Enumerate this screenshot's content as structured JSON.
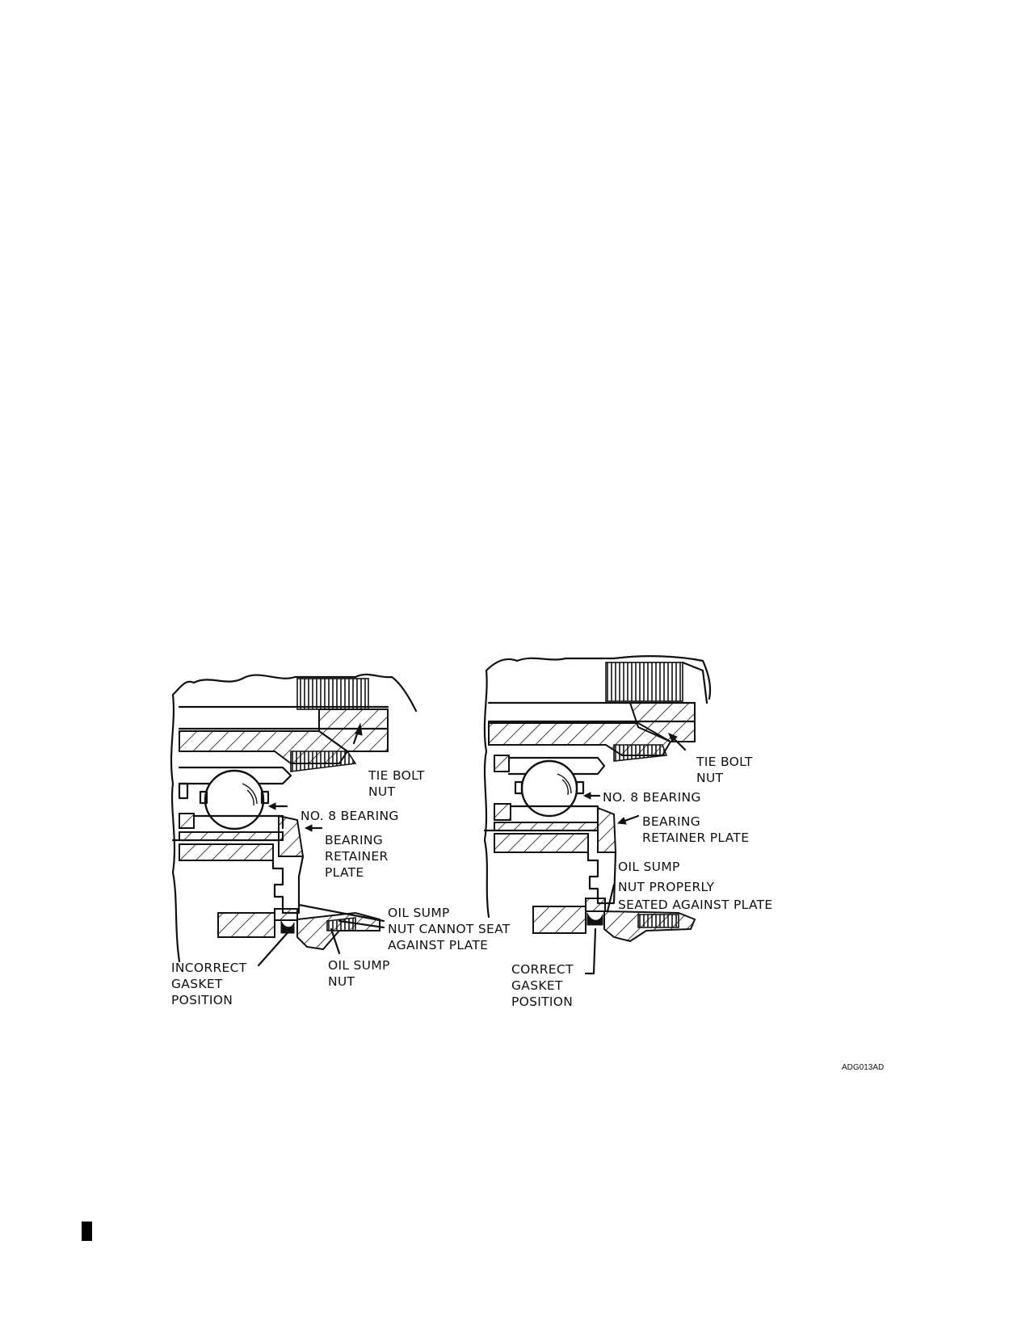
{
  "figure": {
    "code": "ADG013AD",
    "left_diagram": {
      "labels": {
        "tie_bolt_nut": [
          "TIE BOLT",
          "NUT"
        ],
        "bearing": "NO. 8 BEARING",
        "retainer": [
          "BEARING",
          "RETAINER",
          "PLATE"
        ],
        "oil_sump_note": [
          "OIL SUMP",
          "NUT CANNOT SEAT",
          "AGAINST PLATE"
        ],
        "gasket": [
          "INCORRECT",
          "GASKET",
          "POSITION"
        ],
        "oil_sump_nut": [
          "OIL SUMP",
          "NUT"
        ]
      }
    },
    "right_diagram": {
      "labels": {
        "tie_bolt_nut": [
          "TIE BOLT",
          "NUT"
        ],
        "bearing": "NO. 8 BEARING",
        "retainer": [
          "BEARING",
          "RETAINER PLATE"
        ],
        "oil_sump_note": [
          "OIL SUMP",
          "NUT PROPERLY",
          "SEATED AGAINST  PLATE"
        ],
        "gasket": [
          "CORRECT",
          "GASKET",
          "POSITION"
        ]
      }
    }
  }
}
